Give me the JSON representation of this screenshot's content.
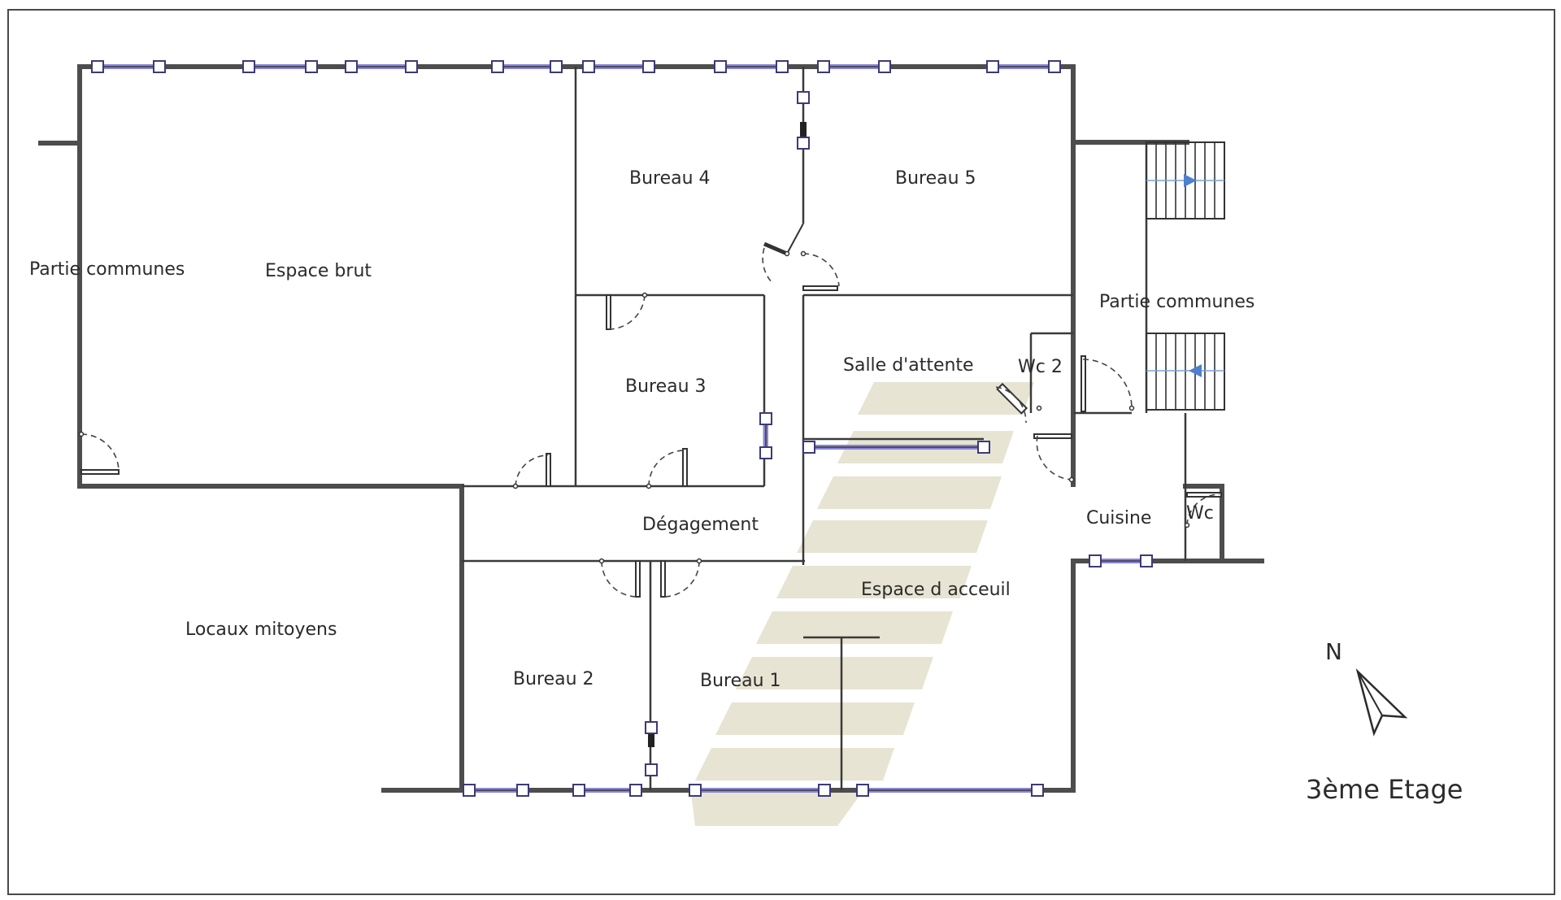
{
  "plan": {
    "floor_label": "3ème Etage",
    "north_label": "N",
    "rooms": {
      "partie_communes_west": "Partie communes",
      "espace_brut": "Espace brut",
      "bureau_4": "Bureau 4",
      "bureau_5": "Bureau 5",
      "partie_communes_east": "Partie communes",
      "bureau_3": "Bureau 3",
      "salle_attente": "Salle d'attente",
      "wc_2": "Wc 2",
      "degagement": "Dégagement",
      "cuisine": "Cuisine",
      "wc": "Wc",
      "espace_accueil": "Espace d acceuil",
      "locaux_mitoyens": "Locaux mitoyens",
      "bureau_2": "Bureau 2",
      "bureau_1": "Bureau 1"
    },
    "colors": {
      "wall": "#4d4d4d",
      "window_glass": "#8a86d6",
      "stair_arrow": "#4f7fcf",
      "watermark": "#d8d3b8"
    }
  }
}
